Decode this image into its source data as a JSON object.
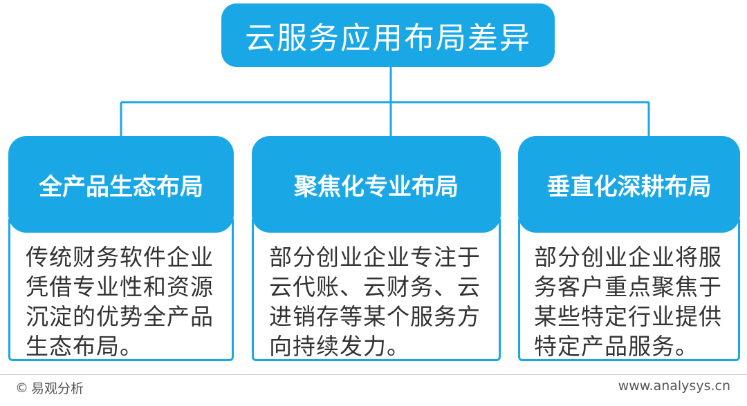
{
  "title": "云服务应用布局差异",
  "cards": [
    {
      "heading": "全产品生态布局",
      "lines": [
        "传统财务软件企业",
        "凭借专业性和资源",
        "沉淀的优势全产品",
        "生态布局。"
      ]
    },
    {
      "heading": "聚焦化专业布局",
      "lines": [
        "部分创业企业专注于",
        "云代账、云财务、云",
        "进销存等某个服务方",
        "向持续发力。"
      ]
    },
    {
      "heading": "垂直化深耕布局",
      "lines": [
        "部分创业企业将服",
        "务客户重点聚焦于",
        "某些特定行业提供",
        "特定产品服务。"
      ]
    }
  ],
  "footer": {
    "copyright_symbol": "©",
    "source": "易观分析",
    "website": "www.analysys.cn"
  },
  "colors": {
    "accent": "#1aa7e6",
    "text": "#333333"
  }
}
